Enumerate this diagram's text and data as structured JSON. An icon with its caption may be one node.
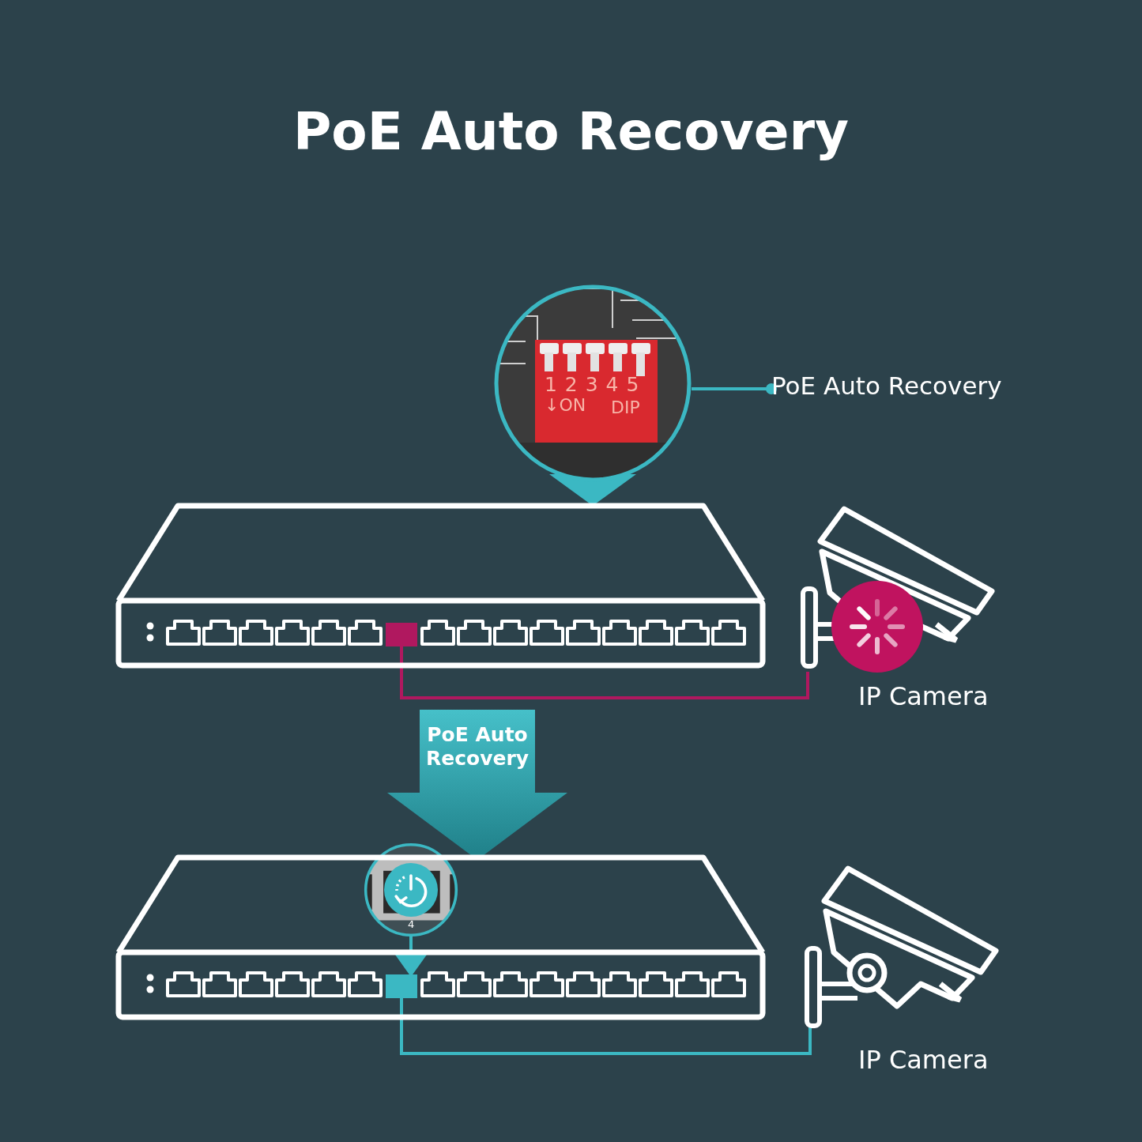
{
  "diagram": {
    "title": "PoE Auto Recovery",
    "nodes": [
      {
        "text": [],
        "shape": "picture"
      },
      {
        "text": [
          "PoE Auto Recovery"
        ]
      },
      {
        "text": [],
        "shape": "box"
      },
      {
        "text": [],
        "shape": "box",
        "in": 2
      },
      {
        "text": [],
        "shape": "picture",
        "beside": [
          "IP Camera"
        ]
      },
      {
        "text": [],
        "shape": "picture"
      },
      {
        "text": [],
        "shape": "box"
      },
      {
        "text": [],
        "shape": "box",
        "in": 6
      },
      {
        "text": [],
        "shape": "picture",
        "beside": [
          "IP Camera"
        ]
      }
    ],
    "edges": [
      {
        "from": 1,
        "to": 0,
        "arrow": "other"
      },
      {
        "from": 0,
        "to": 2,
        "arrow": "to"
      },
      {
        "from": 3,
        "to": 4,
        "arrow": "none",
        "color": "#b0185f"
      },
      {
        "from": 2,
        "to": 6,
        "arrow": "to",
        "label": "PoE Auto Recovery",
        "style": "thick"
      },
      {
        "from": 5,
        "to": 7,
        "arrow": "to"
      },
      {
        "from": 7,
        "to": 8,
        "arrow": "none"
      }
    ],
    "labels": [
      "1 2 3 4 5",
      "↓ON",
      "DIP",
      "4"
    ]
  }
}
